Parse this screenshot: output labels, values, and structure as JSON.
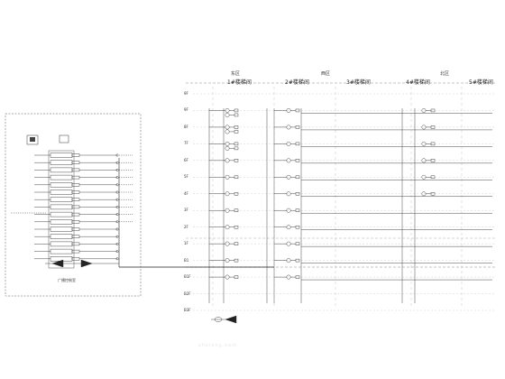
{
  "cabinet": {
    "label": "广播控制室",
    "monitor_icon": "monitor-icon",
    "speaker_icon": "speaker-icon"
  },
  "columns": [
    {
      "zone": "东区",
      "title": "1#楼梯间"
    },
    {
      "zone": "",
      "title": "2#楼梯间"
    },
    {
      "zone": "西区",
      "title": "3#楼梯间"
    },
    {
      "zone": "北区",
      "title": "4#楼梯间"
    },
    {
      "zone": "",
      "title": "5#楼梯间"
    }
  ],
  "floors": [
    "9F",
    "9F",
    "8F",
    "7F",
    "6F",
    "5F",
    "4F",
    "3F",
    "2F",
    "1F",
    "B1",
    "B1F",
    "B2F",
    "B3F"
  ],
  "watermark": "zhulong.com"
}
